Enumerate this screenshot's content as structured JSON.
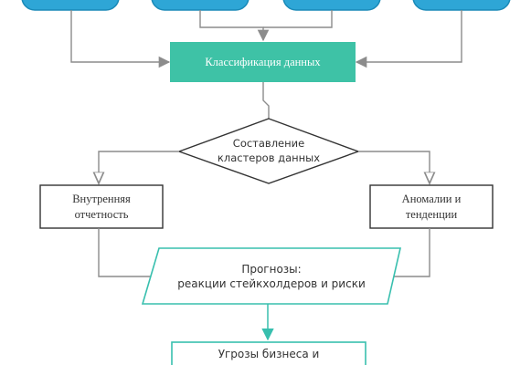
{
  "diagram": {
    "colors": {
      "teal": "#3ec2a6",
      "pill_fill": "#2ea6d6",
      "pill_stroke": "#1a8ab8",
      "connector": "#8c8c8c",
      "box_stroke": "#333333",
      "outline_teal": "#38bfae"
    },
    "top_sources": [
      "",
      "",
      "",
      ""
    ],
    "classification": "Классификация данных",
    "clustering": {
      "line1": "Составление",
      "line2": "кластеров данных"
    },
    "internal_report": {
      "line1": "Внутренняя",
      "line2": "отчетность"
    },
    "anomalies": {
      "line1": "Аномалии и",
      "line2": "тенденции"
    },
    "forecasts": {
      "line1": "Прогнозы:",
      "line2": "реакции стейкхолдеров и риски"
    },
    "threats": {
      "line1": "Угрозы бизнеса и",
      "line2": ""
    }
  }
}
